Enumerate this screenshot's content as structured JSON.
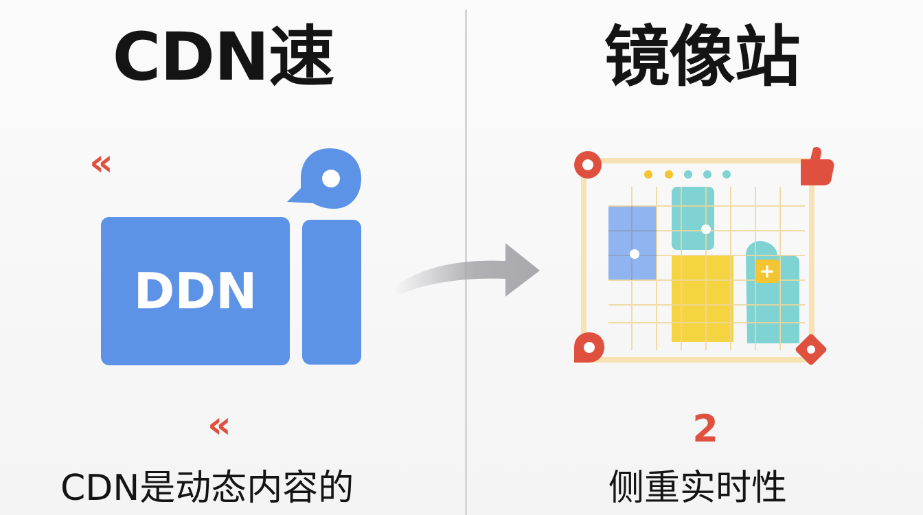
{
  "left": {
    "title": "CDN速",
    "box_label": "DDN",
    "chevron_top": "«",
    "chevron_bottom": "«",
    "footer": "CDN是动态内容的",
    "colors": {
      "box": "#5c93e6",
      "accent": "#e0503f"
    },
    "icons": [
      "chevrons-left-icon",
      "speech-bubble-icon"
    ]
  },
  "arrow": {
    "icon": "arrow-right-icon",
    "color": "#a8a8ad"
  },
  "right": {
    "title": "镜像站",
    "step_number": "2",
    "footer": "侧重实时性",
    "plus_sign": "+",
    "colors": {
      "frame": "#f6e2b3",
      "corner": "#e0503f",
      "blue": "#8fb4f0",
      "teal": "#7fd3d3",
      "yellow": "#f5d442",
      "plus_badge": "#f3c531"
    },
    "icons": [
      "grid-frame-icon",
      "thumbs-up-icon",
      "plus-icon"
    ]
  }
}
